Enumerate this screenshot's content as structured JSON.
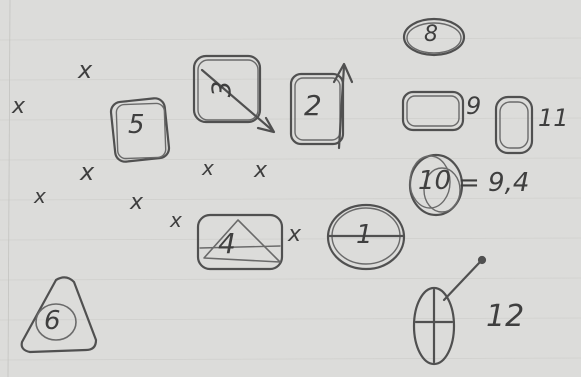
{
  "labels": {
    "n1": "1",
    "n2": "2",
    "n3": "3",
    "n4": "4",
    "n5": "5",
    "n6": "6",
    "n8": "8",
    "n9": "9",
    "n10": "10",
    "n10_note": "= 9,4",
    "n11": "11",
    "n12": "12"
  },
  "x_mark": "x",
  "colors": {
    "paper": "#dcdcda",
    "grid": "#c9cac7",
    "pencil": "#505050",
    "pencil_light": "#6a6a6a"
  }
}
